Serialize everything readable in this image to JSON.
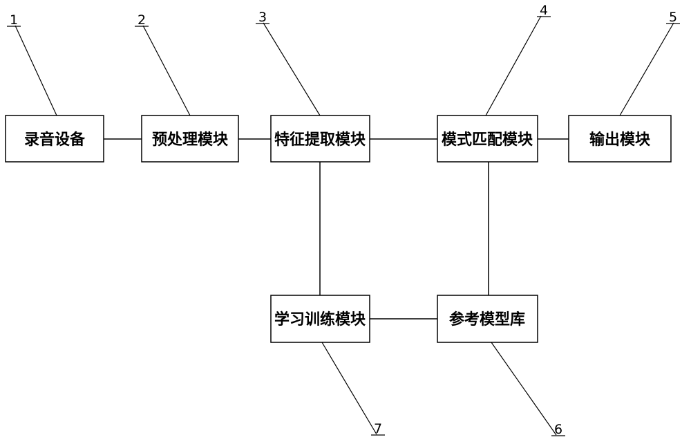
{
  "modules": [
    {
      "id": "recording-device",
      "label": "录音设备",
      "ref": "1"
    },
    {
      "id": "preprocessing-module",
      "label": "预处理模块",
      "ref": "2"
    },
    {
      "id": "feature-extraction-module",
      "label": "特征提取模块",
      "ref": "3"
    },
    {
      "id": "pattern-matching-module",
      "label": "模式匹配模块",
      "ref": "4"
    },
    {
      "id": "output-module",
      "label": "输出模块",
      "ref": "5"
    },
    {
      "id": "reference-model-library",
      "label": "参考模型库",
      "ref": "6"
    },
    {
      "id": "learning-training-module",
      "label": "学习训练模块",
      "ref": "7"
    }
  ]
}
